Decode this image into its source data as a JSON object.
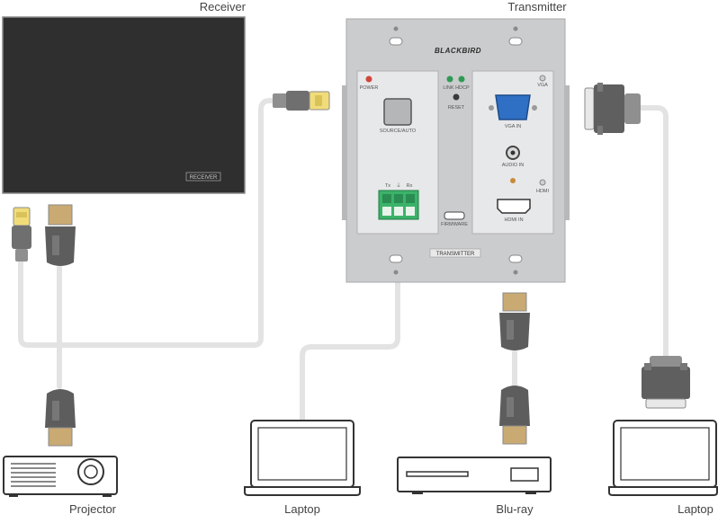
{
  "labels": {
    "receiver": "Receiver",
    "transmitter": "Transmitter",
    "projector": "Projector",
    "laptop_left": "Laptop",
    "bluray": "Blu-ray",
    "laptop_right": "Laptop"
  },
  "receiver_badge": "RECEIVER",
  "transmitter_panel": {
    "brand": "BLACKBIRD",
    "power": "POWER",
    "link_hdcp": "LINK HDCP",
    "reset": "RESET",
    "source_auto": "SOURCE/AUTO",
    "vga_top": "VGA",
    "vga_in": "VGA IN",
    "audio_in": "AUDIO IN",
    "hdmi_led": "HDMI",
    "hdmi_in": "HDMI IN",
    "firmware": "FIRMWARE",
    "tx": "Tx",
    "gnd": "⏚",
    "rx": "Rx",
    "badge": "TRANSMITTER"
  },
  "colors": {
    "receiver_body": "#2f2f2f",
    "plate": "#c9cacc",
    "terminal_block": "#3bb36a",
    "vga_port": "#2f6fc4",
    "power_led": "#d0463c",
    "link_led": "#2f9a55",
    "hdmi_plug": "#c9aa72",
    "cable": "#e2e2e2"
  }
}
